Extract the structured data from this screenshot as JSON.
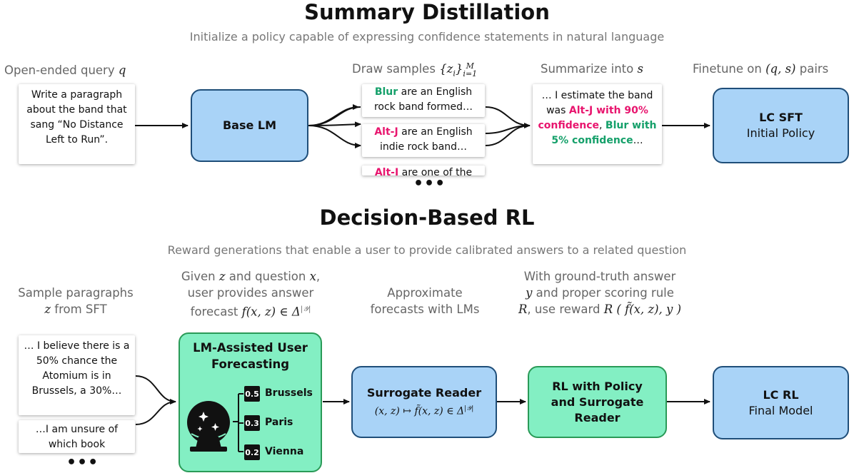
{
  "summary": {
    "title": "Summary Distillation",
    "subtitle": "Initialize a policy capable of expressing confidence statements in natural language",
    "query_label": "Open-ended query",
    "query_var": "q",
    "query_text": "Write a paragraph about the band that sang “No Distance Left to Run”.",
    "base_lm": "Base LM",
    "draw_label": "Draw samples",
    "draw_math": "{z",
    "draw_sub": "i",
    "draw_close": "}",
    "draw_sup": "M",
    "draw_lower": "i=1",
    "samples": [
      {
        "highlight": "Blur",
        "rest": " are an English rock band formed…"
      },
      {
        "highlight": "Alt-J",
        "rest": " are an English indie rock band…"
      },
      {
        "highlight": "Alt-J",
        "rest": " are one of the"
      }
    ],
    "summarize_label": "Summarize into",
    "summarize_var": "s",
    "summary_text": {
      "p1": "… I estimate the band was ",
      "p2": "Alt-J with 90% confidence",
      "p3": ", ",
      "p4": "Blur with 5% confidence",
      "p5": "…"
    },
    "finetune_label": "Finetune on",
    "finetune_math": "(q, s)",
    "finetune_suffix": "pairs",
    "lc_sft_title": "LC SFT",
    "lc_sft_sub": "Initial Policy",
    "ellipsis": "•••"
  },
  "rl": {
    "title": "Decision-Based RL",
    "subtitle": "Reward generations that enable a user to provide calibrated answers to a related question",
    "sample_label_1": "Sample paragraphs",
    "sample_var": "z",
    "sample_label_2": "from SFT",
    "given_1": "Given",
    "given_var_z": "z",
    "given_2": "and question",
    "given_var_x": "x",
    "given_3": ",",
    "given_4": "user provides answer",
    "given_5": "forecast",
    "given_math": "f(x, z) ∈ Δ",
    "given_sup": "|𝒴|",
    "approx_1": "Approximate",
    "approx_2": "forecasts with LMs",
    "truth_1": "With ground-truth answer",
    "truth_var_y": "y",
    "truth_2": "and proper scoring rule",
    "truth_var_r": "R",
    "truth_3": ", use reward",
    "truth_math": "R ( f̃(x, z), y )",
    "paragraphs": [
      "… I believe there is a 50% chance the Atomium is in Brussels, a 30%…",
      "…I am unsure of which book"
    ],
    "forecast_title": "LM-Assisted User Forecasting",
    "forecast_items": [
      {
        "prob": "0.5",
        "city": "Brussels"
      },
      {
        "prob": "0.3",
        "city": "Paris"
      },
      {
        "prob": "0.2",
        "city": "Vienna"
      }
    ],
    "surrogate_title": "Surrogate Reader",
    "surrogate_math": "(x, z) ↦ f̃(x, z) ∈ Δ",
    "surrogate_sup": "|𝒴|",
    "rl_box": "RL with Policy and Surrogate Reader",
    "lc_rl_title": "LC RL",
    "lc_rl_sub": "Final Model",
    "ellipsis": "•••"
  },
  "colors": {
    "blue_fill": "#a9d3f7",
    "green_fill": "#83efc3",
    "pink": "#e8156e",
    "teal": "#15a06a"
  }
}
